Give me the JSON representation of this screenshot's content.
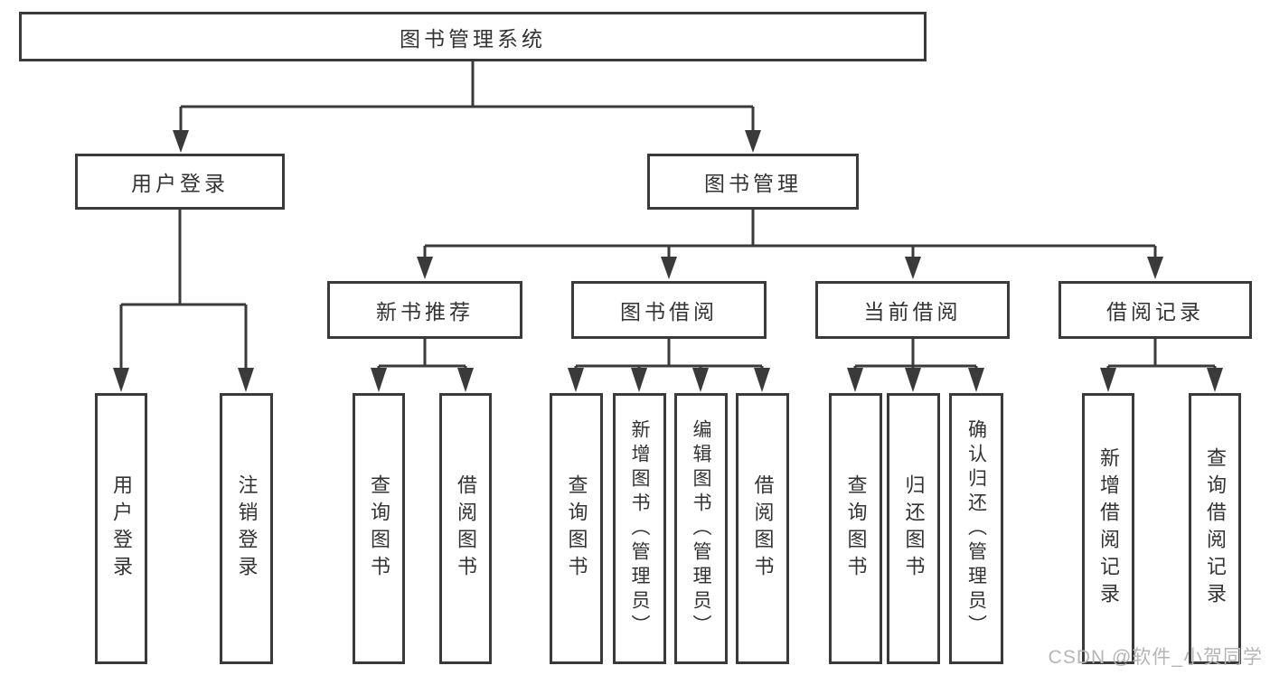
{
  "colors": {
    "line": "#3a3a3a",
    "text": "#333333",
    "background": "#ffffff",
    "watermark": "#b5b5b5"
  },
  "watermark": "CSDN @软件_小贺同学",
  "tree": {
    "label": "图书管理系统",
    "children": [
      {
        "label": "用户登录",
        "children": [
          {
            "label": "用户登录"
          },
          {
            "label": "注销登录"
          }
        ]
      },
      {
        "label": "图书管理",
        "children": [
          {
            "label": "新书推荐",
            "children": [
              {
                "label": "查询图书"
              },
              {
                "label": "借阅图书"
              }
            ]
          },
          {
            "label": "图书借阅",
            "children": [
              {
                "label": "查询图书"
              },
              {
                "label": "新增图书（管理员）"
              },
              {
                "label": "编辑图书（管理员）"
              },
              {
                "label": "借阅图书"
              }
            ]
          },
          {
            "label": "当前借阅",
            "children": [
              {
                "label": "查询图书"
              },
              {
                "label": "归还图书"
              },
              {
                "label": "确认归还（管理员）"
              }
            ]
          },
          {
            "label": "借阅记录",
            "children": [
              {
                "label": "新增借阅记录"
              },
              {
                "label": "查询借阅记录"
              }
            ]
          }
        ]
      }
    ]
  }
}
